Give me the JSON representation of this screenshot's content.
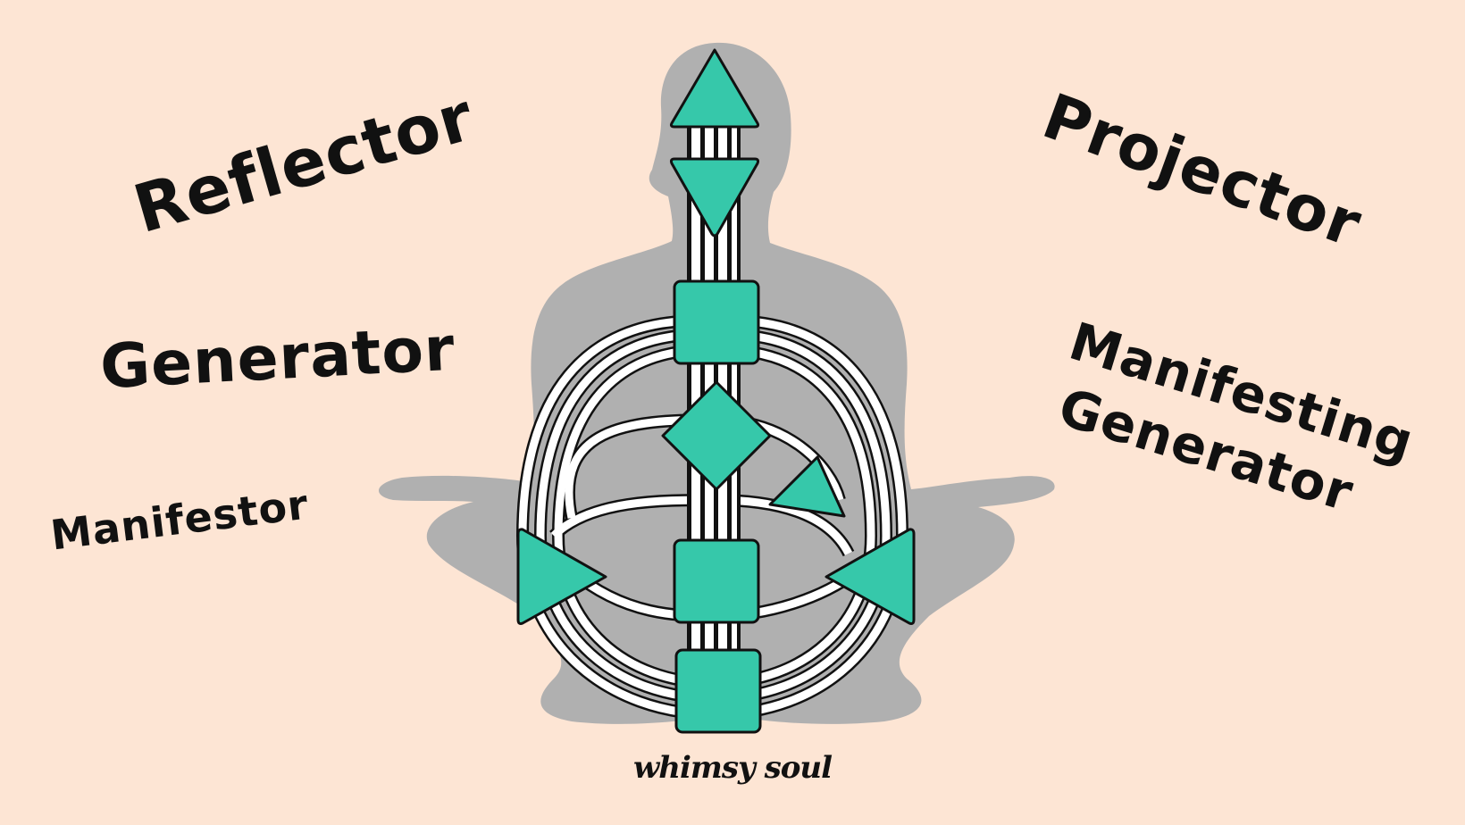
{
  "labels": {
    "reflector": "Reflector",
    "generator": "Generator",
    "manifestor": "Manifestor",
    "projector": "Projector",
    "manifesting_generator_line1": "Manifesting",
    "manifesting_generator_line2": "Generator"
  },
  "brand": "whimsy soul",
  "colors": {
    "background": "#fde5d4",
    "silhouette": "#b0b0b0",
    "center_fill": "#36c8aa",
    "outline": "#111111",
    "channel": "#ffffff"
  }
}
